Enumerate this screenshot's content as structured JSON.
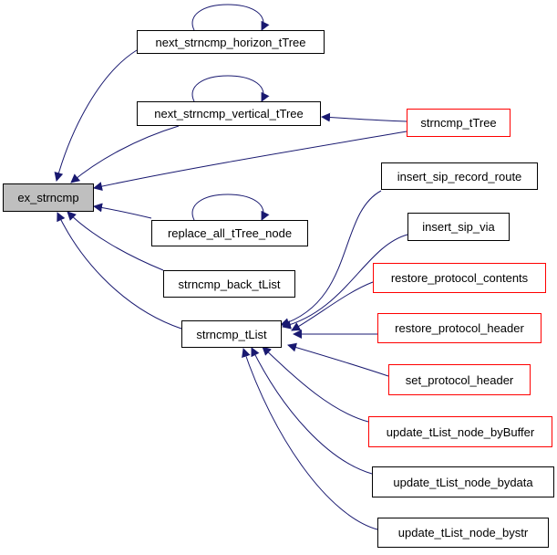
{
  "graph": {
    "edge_color": "#191970",
    "root_fill": "#bfbfbf",
    "red_border": "#ff0000",
    "nodes": {
      "ex_strncmp": "ex_strncmp",
      "next_strncmp_horizon_tTree": "next_strncmp_horizon_tTree",
      "next_strncmp_vertical_tTree": "next_strncmp_vertical_tTree",
      "strncmp_tTree": "strncmp_tTree",
      "replace_all_tTree_node": "replace_all_tTree_node",
      "strncmp_back_tList": "strncmp_back_tList",
      "strncmp_tList": "strncmp_tList",
      "insert_sip_record_route": "insert_sip_record_route",
      "insert_sip_via": "insert_sip_via",
      "restore_protocol_contents": "restore_protocol_contents",
      "restore_protocol_header": "restore_protocol_header",
      "set_protocol_header": "set_protocol_header",
      "update_tList_node_byBuffer": "update_tList_node_byBuffer",
      "update_tList_node_bydata": "update_tList_node_bydata",
      "update_tList_node_bystr": "update_tList_node_bystr"
    }
  }
}
